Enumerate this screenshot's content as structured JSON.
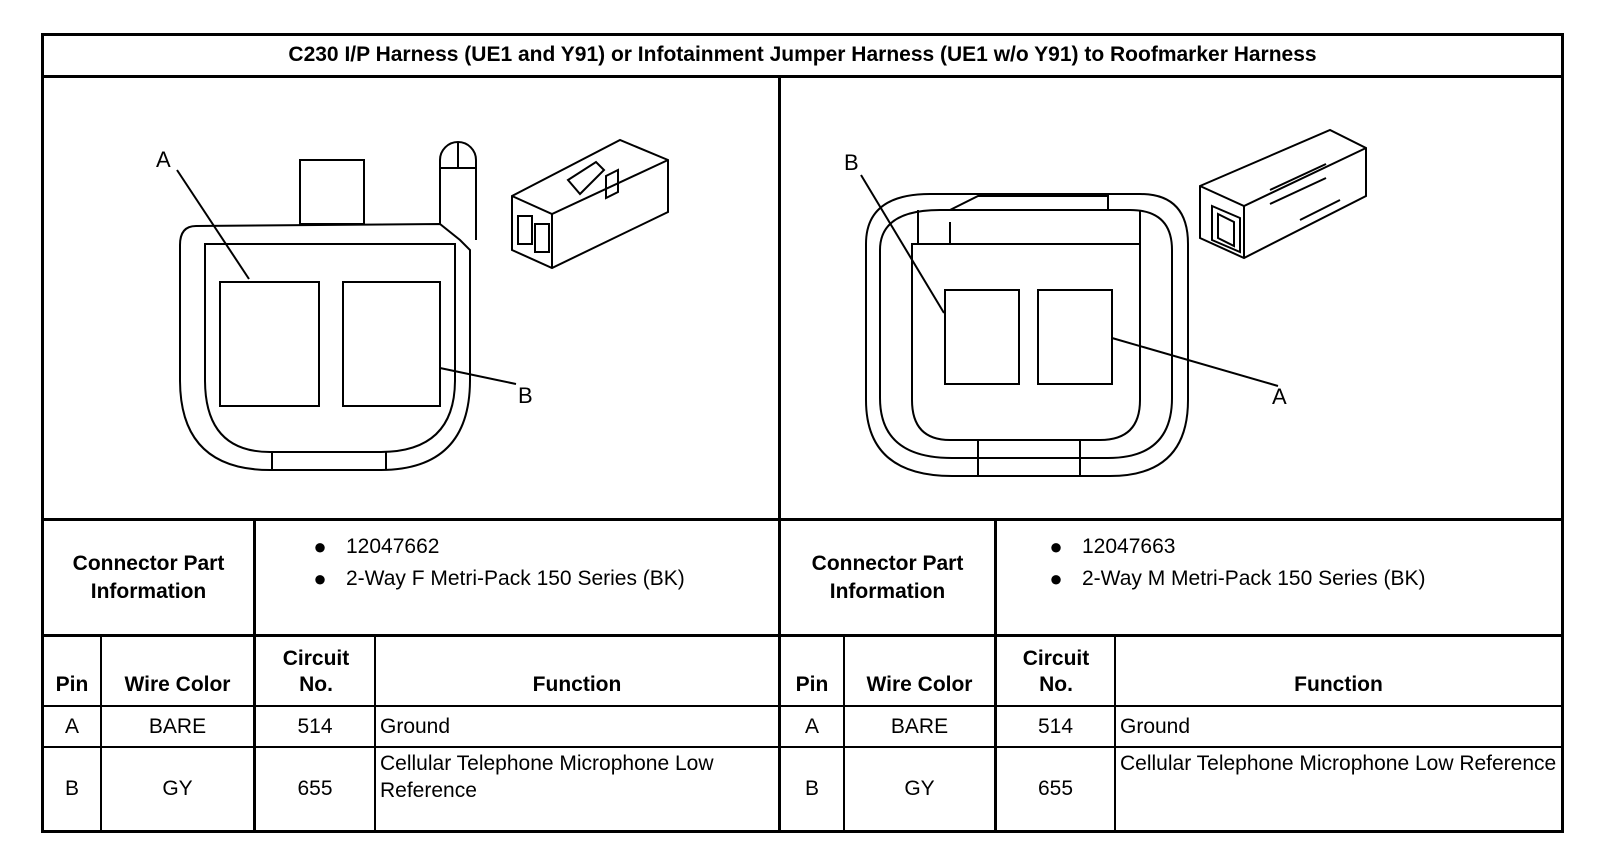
{
  "title": "C230 I/P Harness (UE1 and Y91) or Infotainment Jumper Harness (UE1 w/o Y91) to Roofmarker Harness",
  "left": {
    "pin_callouts": [
      "A",
      "B"
    ],
    "connector_part_label": "Connector Part Information",
    "part_info": [
      "12047662",
      "2-Way F Metri-Pack 150 Series (BK)"
    ],
    "headers": {
      "pin": "Pin",
      "wire_color": "Wire Color",
      "circuit": "Circuit No.",
      "function": "Function"
    },
    "rows": [
      {
        "pin": "A",
        "wire_color": "BARE",
        "circuit": "514",
        "function": "Ground"
      },
      {
        "pin": "B",
        "wire_color": "GY",
        "circuit": "655",
        "function": "Cellular Telephone Microphone Low Reference"
      }
    ]
  },
  "right": {
    "pin_callouts": [
      "B",
      "A"
    ],
    "connector_part_label": "Connector Part Information",
    "part_info": [
      "12047663",
      "2-Way M Metri-Pack 150 Series (BK)"
    ],
    "headers": {
      "pin": "Pin",
      "wire_color": "Wire Color",
      "circuit": "Circuit No.",
      "function": "Function"
    },
    "rows": [
      {
        "pin": "A",
        "wire_color": "BARE",
        "circuit": "514",
        "function": "Ground"
      },
      {
        "pin": "B",
        "wire_color": "GY",
        "circuit": "655",
        "function": "Cellular Telephone Microphone Low Reference"
      }
    ]
  }
}
